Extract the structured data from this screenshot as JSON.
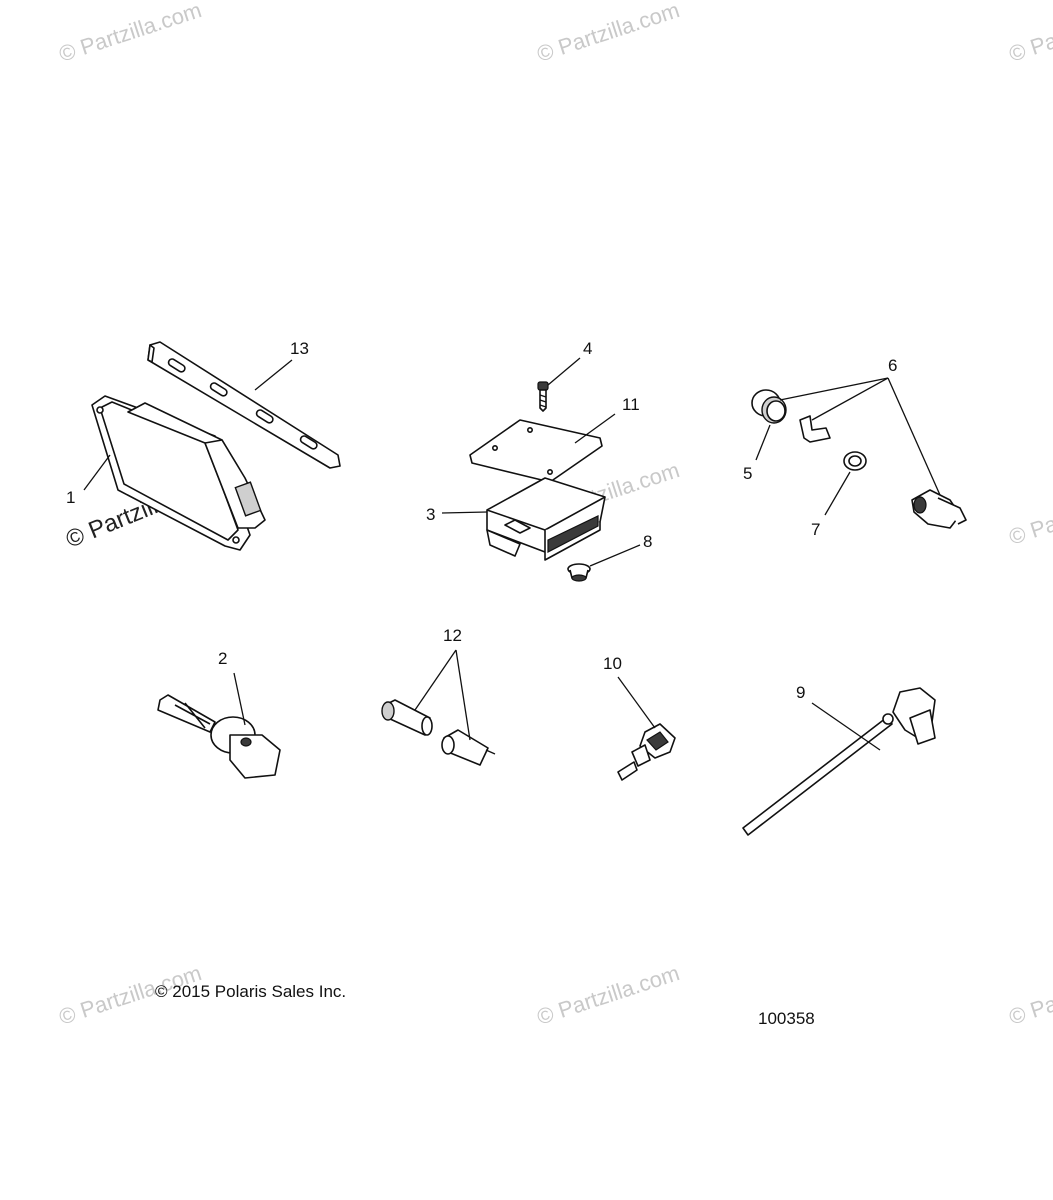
{
  "watermarks": {
    "text": "© Partzilla.com",
    "featured_text": "© Partzilla.com"
  },
  "callouts": [
    "1",
    "2",
    "3",
    "4",
    "5",
    "6",
    "7",
    "8",
    "9",
    "10",
    "11",
    "12",
    "13"
  ],
  "footer": {
    "copyright": "© 2015 Polaris Sales Inc.",
    "drawing_number": "100358"
  },
  "colors": {
    "line": "#111111",
    "watermark": "#c9c9c9",
    "background": "#ffffff"
  }
}
